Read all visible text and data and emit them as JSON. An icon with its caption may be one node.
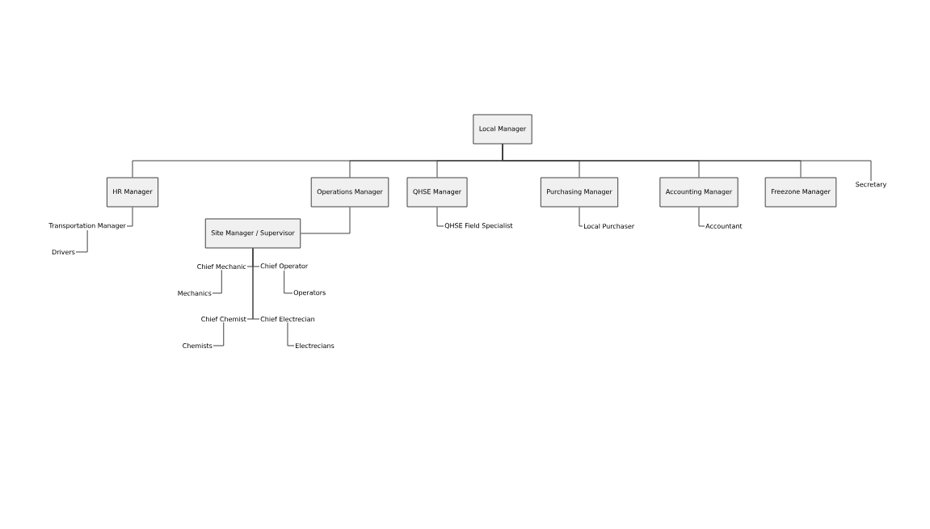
{
  "diagram": {
    "nodes": [
      {
        "text": [
          "Local Manager"
        ]
      },
      {
        "text": [
          "HR Manager"
        ]
      },
      {
        "text": [
          "Operations Manager"
        ]
      },
      {
        "text": [
          "QHSE Manager"
        ]
      },
      {
        "text": [
          "Purchasing Manager"
        ]
      },
      {
        "text": [
          "Accounting Manager"
        ]
      },
      {
        "text": [
          "Freezone Manager"
        ]
      },
      {
        "text": [
          "Secretary"
        ]
      },
      {
        "text": [
          "Transportation Manager"
        ]
      },
      {
        "text": [
          "Drivers"
        ]
      },
      {
        "text": [
          "Site Manager / Supervisor"
        ]
      },
      {
        "text": [
          "Chief Mechanic"
        ]
      },
      {
        "text": [
          "Chief Operator"
        ]
      },
      {
        "text": [
          "Mechanics"
        ]
      },
      {
        "text": [
          "Operators"
        ]
      },
      {
        "text": [
          "Chief Chemist"
        ]
      },
      {
        "text": [
          "Chief Electrecian"
        ]
      },
      {
        "text": [
          "Chemists"
        ]
      },
      {
        "text": [
          "Electrecians"
        ]
      },
      {
        "text": [
          "QHSE Field Specialist"
        ]
      },
      {
        "text": [
          "Local Purchaser"
        ]
      },
      {
        "text": [
          "Accountant"
        ]
      }
    ],
    "edges": [
      {
        "from": 0,
        "to": 1,
        "arrow": "none"
      },
      {
        "from": 0,
        "to": 2,
        "arrow": "none"
      },
      {
        "from": 0,
        "to": 3,
        "arrow": "none"
      },
      {
        "from": 0,
        "to": 4,
        "arrow": "none"
      },
      {
        "from": 0,
        "to": 5,
        "arrow": "none"
      },
      {
        "from": 0,
        "to": 6,
        "arrow": "none"
      },
      {
        "from": 0,
        "to": 7,
        "arrow": "none"
      },
      {
        "from": 1,
        "to": 8,
        "arrow": "none"
      },
      {
        "from": 8,
        "to": 9,
        "arrow": "none"
      },
      {
        "from": 2,
        "to": 10,
        "arrow": "none"
      },
      {
        "from": 10,
        "to": 11,
        "arrow": "none"
      },
      {
        "from": 10,
        "to": 12,
        "arrow": "none"
      },
      {
        "from": 11,
        "to": 13,
        "arrow": "none"
      },
      {
        "from": 12,
        "to": 14,
        "arrow": "none"
      },
      {
        "from": 10,
        "to": 15,
        "arrow": "none"
      },
      {
        "from": 10,
        "to": 16,
        "arrow": "none"
      },
      {
        "from": 15,
        "to": 17,
        "arrow": "none"
      },
      {
        "from": 16,
        "to": 18,
        "arrow": "none"
      },
      {
        "from": 3,
        "to": 19,
        "arrow": "none"
      },
      {
        "from": 4,
        "to": 20,
        "arrow": "none"
      },
      {
        "from": 5,
        "to": 21,
        "arrow": "none"
      }
    ]
  }
}
